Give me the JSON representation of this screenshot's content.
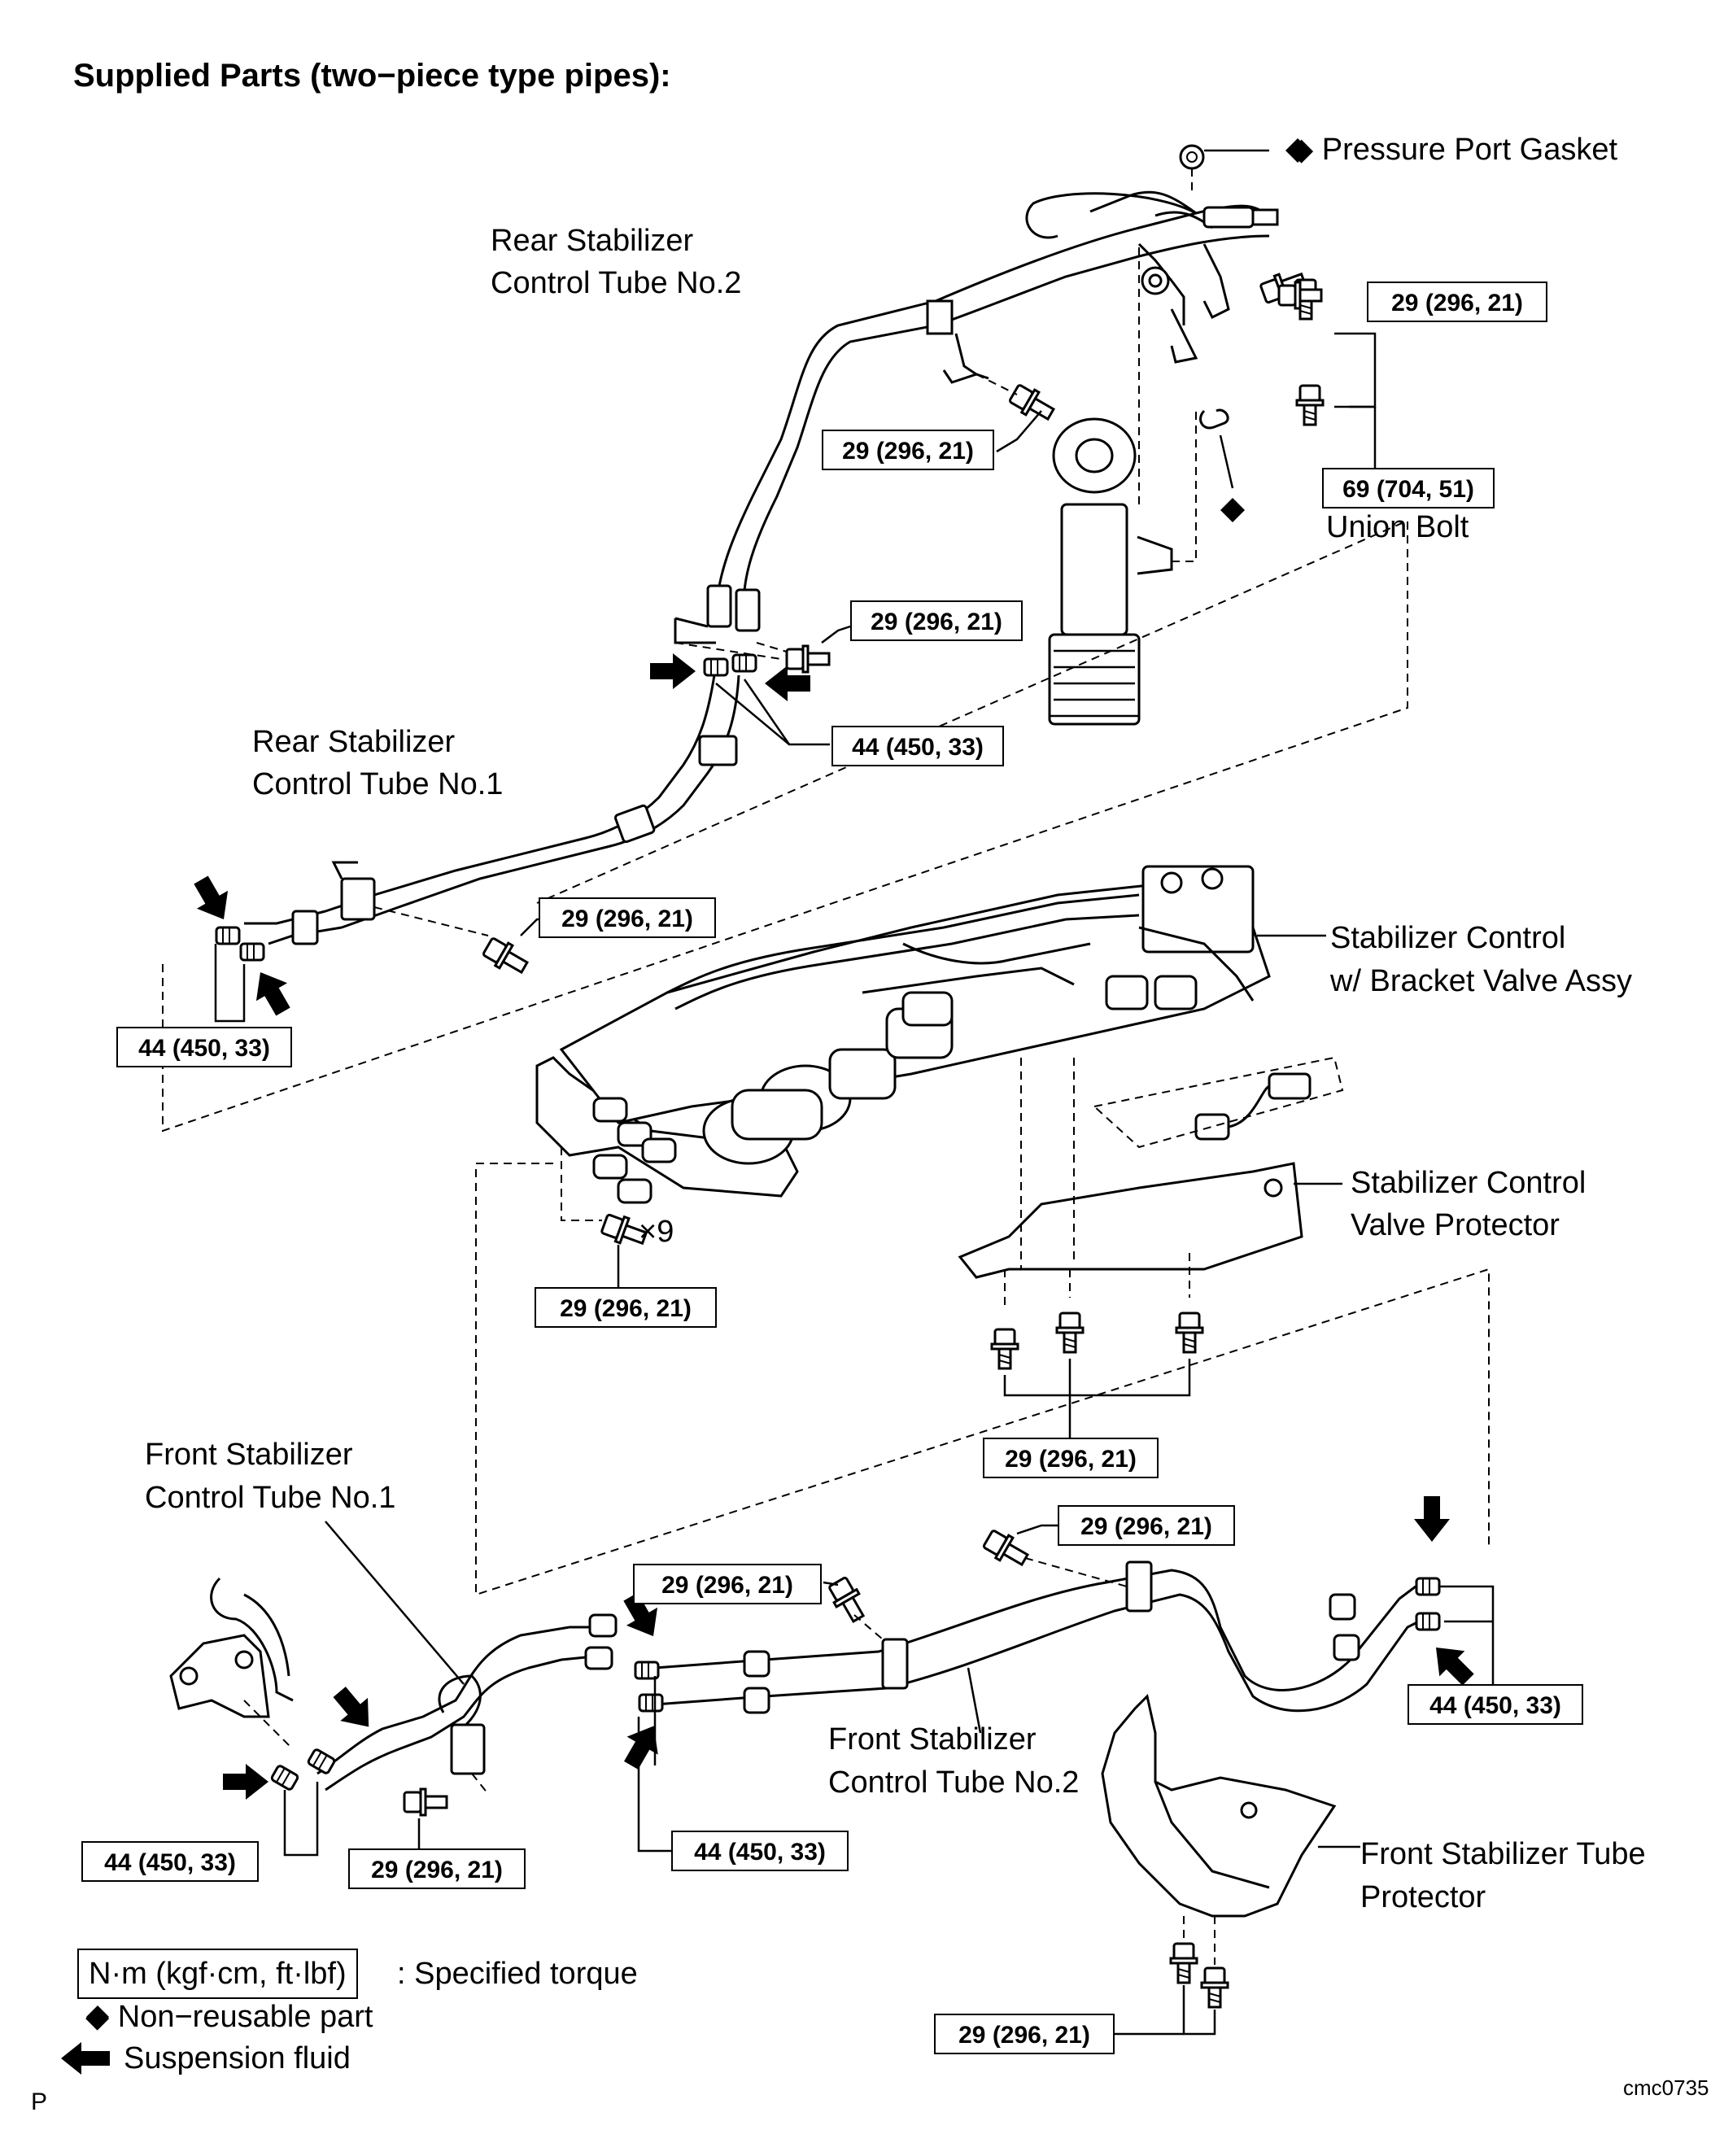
{
  "title": "Supplied Parts (two−piece type pipes):",
  "labels": {
    "pressure_port_gasket": "◆ Pressure Port Gasket",
    "rear_tube_2_line1": "Rear Stabilizer",
    "rear_tube_2_line2": "Control Tube No.2",
    "rear_tube_1_line1": "Rear Stabilizer",
    "rear_tube_1_line2": "Control Tube No.1",
    "union_bolt": "Union Bolt",
    "valve_assy_line1": "Stabilizer Control",
    "valve_assy_line2": "w/ Bracket Valve Assy",
    "valve_protector_line1": "Stabilizer Control",
    "valve_protector_line2": "Valve Protector",
    "times_nine": "×9",
    "front_tube_1_line1": "Front Stabilizer",
    "front_tube_1_line2": "Control Tube No.1",
    "front_tube_2_line1": "Front Stabilizer",
    "front_tube_2_line2": "Control Tube No.2",
    "front_tube_protector_line1": "Front Stabilizer Tube",
    "front_tube_protector_line2": "Protector",
    "diamond_marker": "◆"
  },
  "torque_specs": {
    "t29": "29 (296, 21)",
    "t44": "44 (450, 33)",
    "t69": "69 (704, 51)"
  },
  "legend": {
    "unit_box": "N·m (kgf·cm, ft·lbf)",
    "unit_desc": ": Specified torque",
    "non_reusable": "◆ Non−reusable part",
    "fluid": "Suspension fluid"
  },
  "footer": {
    "left": "P",
    "code": "cmc0735"
  }
}
